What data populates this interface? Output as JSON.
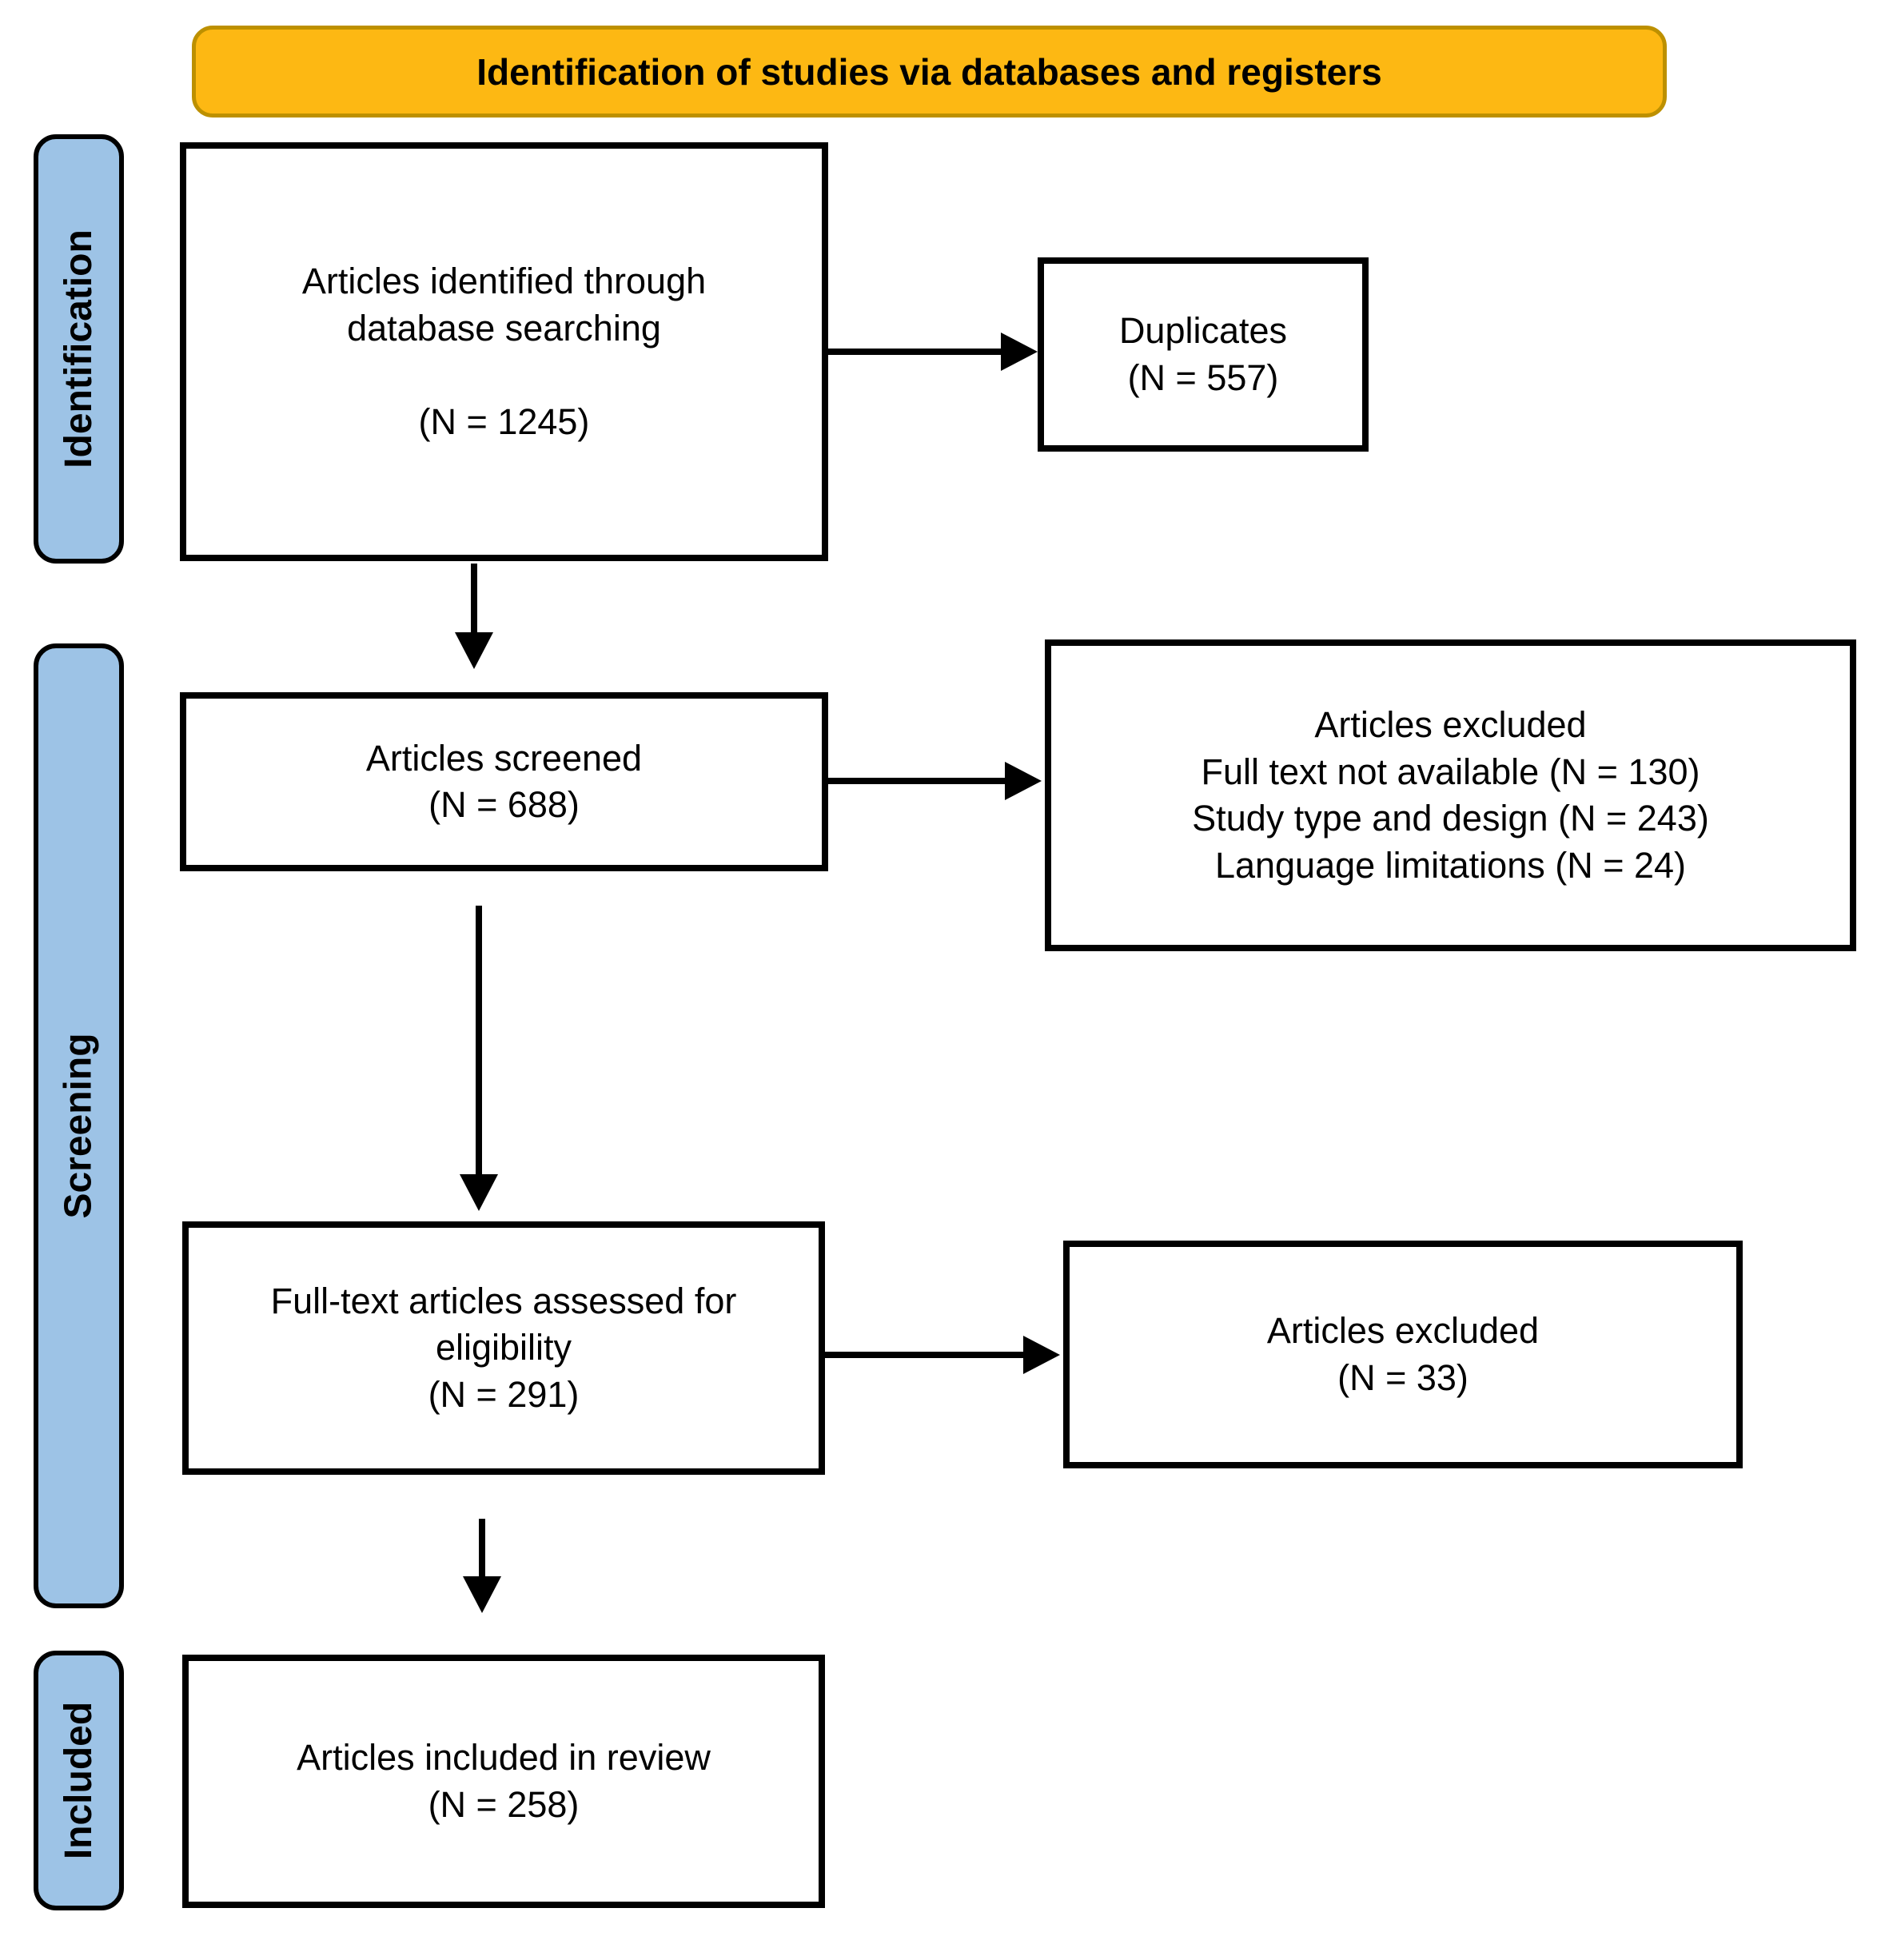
{
  "diagram": {
    "banner": {
      "title": "Identification of studies via databases and registers"
    },
    "sidebar": [
      {
        "label": "Identification"
      },
      {
        "label": "Screening"
      },
      {
        "label": "Included"
      }
    ],
    "boxes": {
      "identified": "Articles identified through\ndatabase searching\n\n(N = 1245)",
      "duplicates": "Duplicates\n(N = 557)",
      "screened": "Articles screened\n(N = 688)",
      "excluded_screening": "Articles excluded\nFull text not available (N = 130)\nStudy type and design (N = 243)\nLanguage limitations (N = 24)",
      "fulltext": "Full-text articles assessed for\neligibility\n(N = 291)",
      "excluded_fulltext": "Articles excluded\n(N = 33)",
      "included": "Articles included in review\n(N = 258)"
    },
    "colors": {
      "banner_fill": "#FDB813",
      "banner_border": "#BD9000",
      "stage_fill": "#9DC3E6",
      "stage_border": "#000000",
      "box_border": "#000000",
      "arrow": "#000000"
    }
  }
}
